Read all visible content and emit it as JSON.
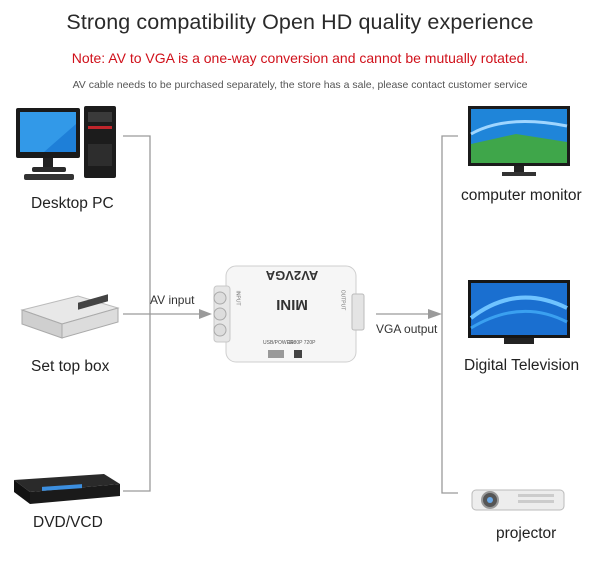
{
  "header": {
    "title": "Strong compatibility Open HD quality experience",
    "note": "Note: AV to VGA is a one-way conversion and cannot be mutually rotated.",
    "subnote": "AV cable needs to be purchased separately, the store has a sale, please contact customer service"
  },
  "sources": [
    {
      "label": "Desktop PC",
      "icon": "desktop-pc-icon"
    },
    {
      "label": "Set top box",
      "icon": "set-top-box-icon"
    },
    {
      "label": "DVD/VCD",
      "icon": "dvd-player-icon"
    }
  ],
  "outputs": [
    {
      "label": "computer monitor",
      "icon": "monitor-icon"
    },
    {
      "label": "Digital Television",
      "icon": "television-icon"
    },
    {
      "label": "projector",
      "icon": "projector-icon"
    }
  ],
  "converter": {
    "model": "AV2VGA",
    "name": "MINI",
    "left_port_label": "INPUT",
    "right_port_label": "OUTPUT",
    "usb_label": "USB/POWER",
    "switch_label": "1080P 720P"
  },
  "connections": {
    "input_label": "AV input",
    "output_label": "VGA output"
  },
  "colors": {
    "note": "#d0111b",
    "line": "#9a9a9a"
  }
}
